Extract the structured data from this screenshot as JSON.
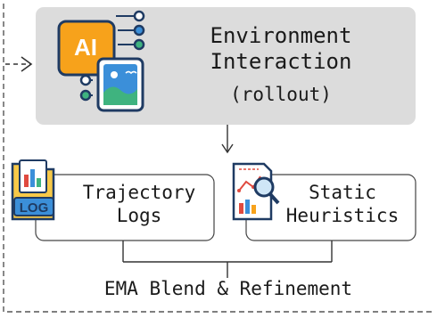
{
  "environment": {
    "title_line1": "Environment",
    "title_line2": "Interaction",
    "subtitle": "(rollout)",
    "icon_label": "AI"
  },
  "trajectory_logs": {
    "line1": "Trajectory",
    "line2": "Logs",
    "icon_label": "LOG"
  },
  "static_heuristics": {
    "line1": "Static",
    "line2": "Heuristics"
  },
  "blend": {
    "label": "EMA Blend & Refinement"
  },
  "colors": {
    "env_fill": "#dcdcdc",
    "frame_stroke": "#555555",
    "ai_orange": "#f7a21b",
    "image_blue": "#3b8fd9",
    "accent_green": "#3fb37f",
    "dark_navy": "#1f3b63",
    "folder_yellow": "#f7c948",
    "chart_red": "#e04a3f"
  }
}
